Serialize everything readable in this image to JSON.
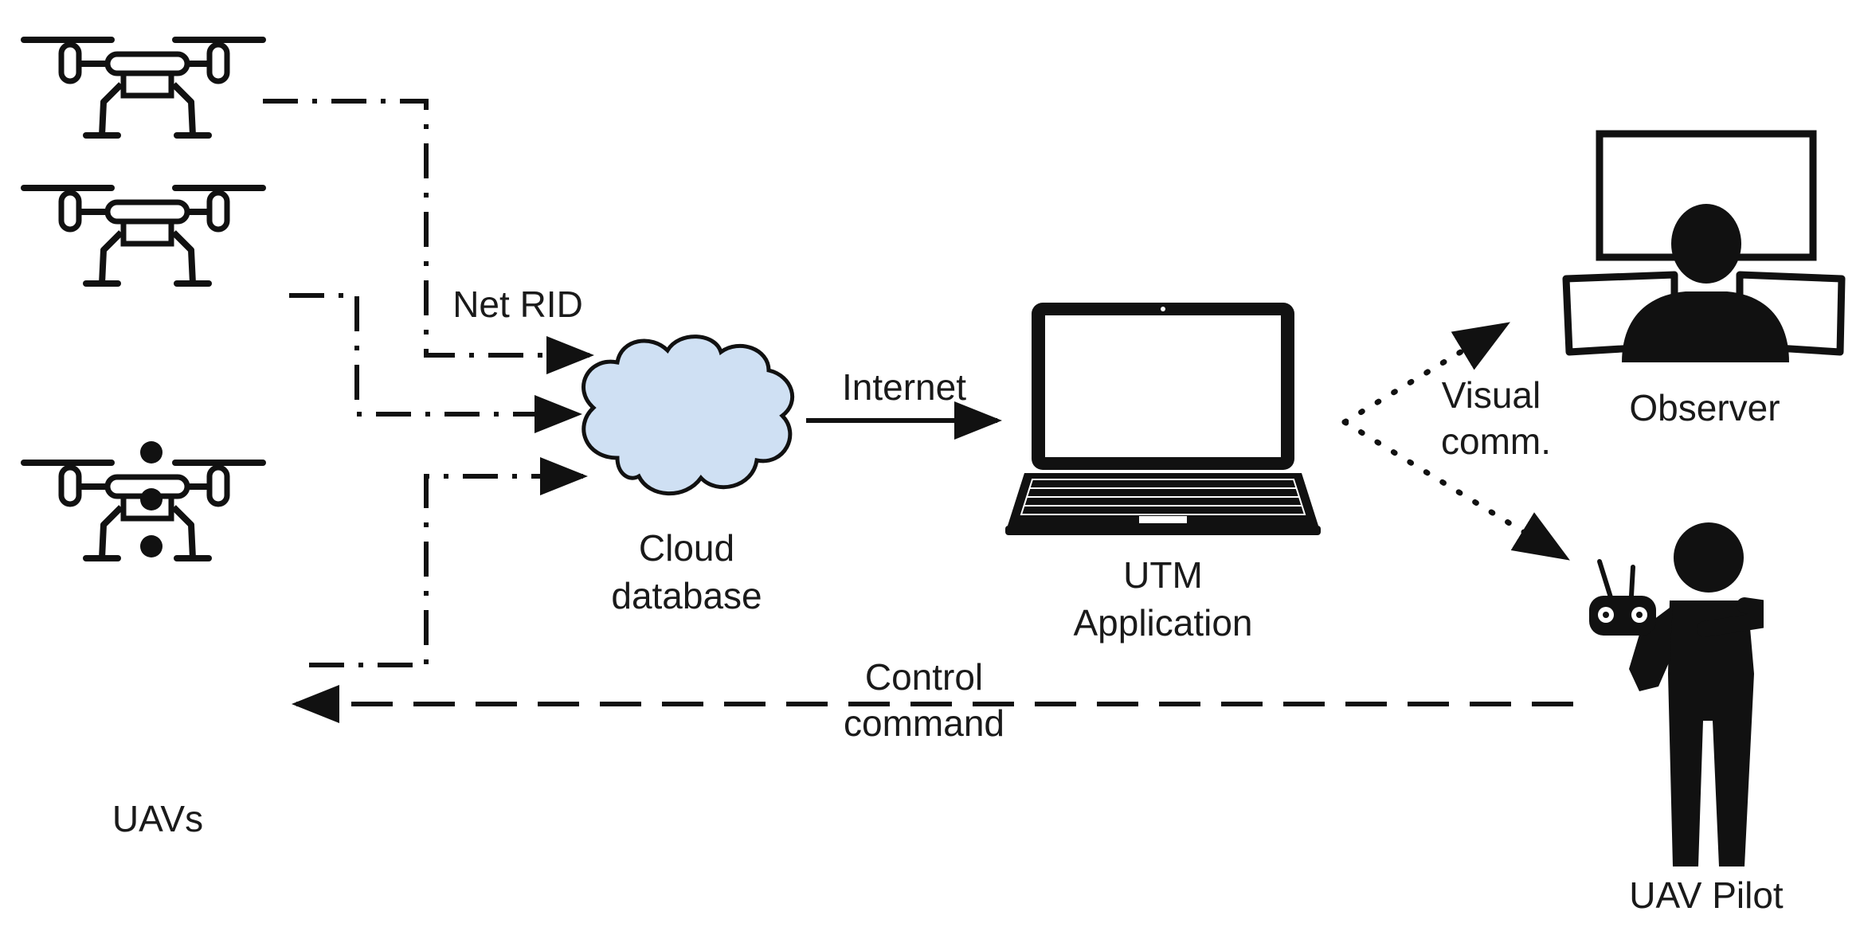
{
  "labels": {
    "net_rid": "Net RID",
    "internet": "Internet",
    "cloud_line1": "Cloud",
    "cloud_line2": "database",
    "utm_line1": "UTM",
    "utm_line2": "Application",
    "visual_line1": "Visual",
    "visual_line2": "comm.",
    "observer": "Observer",
    "control_line1": "Control",
    "control_line2": "command",
    "uavs": "UAVs",
    "pilot": "UAV Pilot"
  },
  "icons": {
    "drone": "quadcopter-drone-icon",
    "cloud": "cloud-icon",
    "laptop": "laptop-icon",
    "observer": "observer-monitors-icon",
    "pilot": "pilot-with-remote-icon"
  },
  "colors": {
    "cloud_fill": "#cfe0f3",
    "ink": "#111111"
  }
}
